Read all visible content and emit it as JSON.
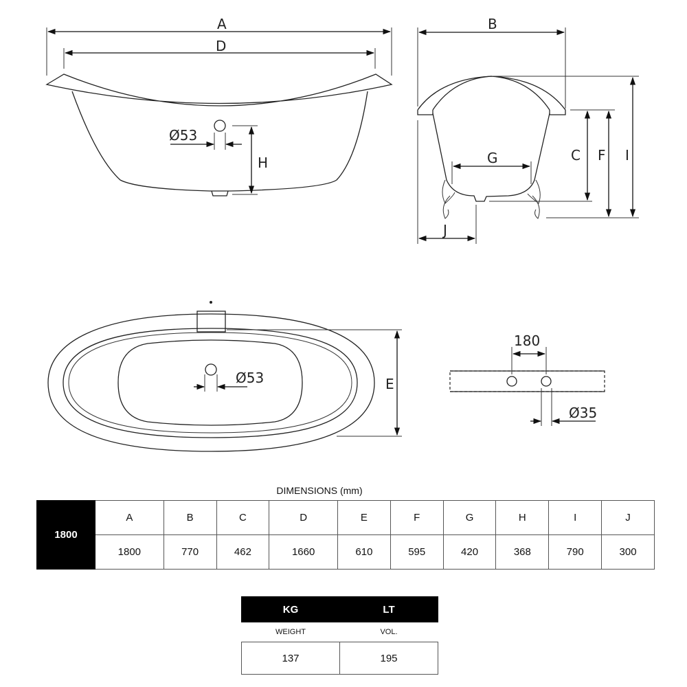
{
  "drawing_labels": {
    "A": "A",
    "B": "B",
    "C": "C",
    "D": "D",
    "E": "E",
    "F": "F",
    "G": "G",
    "H": "H",
    "I": "I",
    "J": "J",
    "overflow_side": "Ø53",
    "overflow_top": "Ø53",
    "tap_spacing": "180",
    "tap_hole": "Ø35"
  },
  "dimensions_table": {
    "title": "DIMENSIONS (mm)",
    "model": "1800",
    "headers": [
      "A",
      "B",
      "C",
      "D",
      "E",
      "F",
      "G",
      "H",
      "I",
      "J"
    ],
    "values": [
      "1800",
      "770",
      "462",
      "1660",
      "610",
      "595",
      "420",
      "368",
      "790",
      "300"
    ]
  },
  "weight_table": {
    "headers": [
      "KG",
      "LT"
    ],
    "sublabels": [
      "WEIGHT",
      "VOL."
    ],
    "values": [
      "137",
      "195"
    ]
  }
}
